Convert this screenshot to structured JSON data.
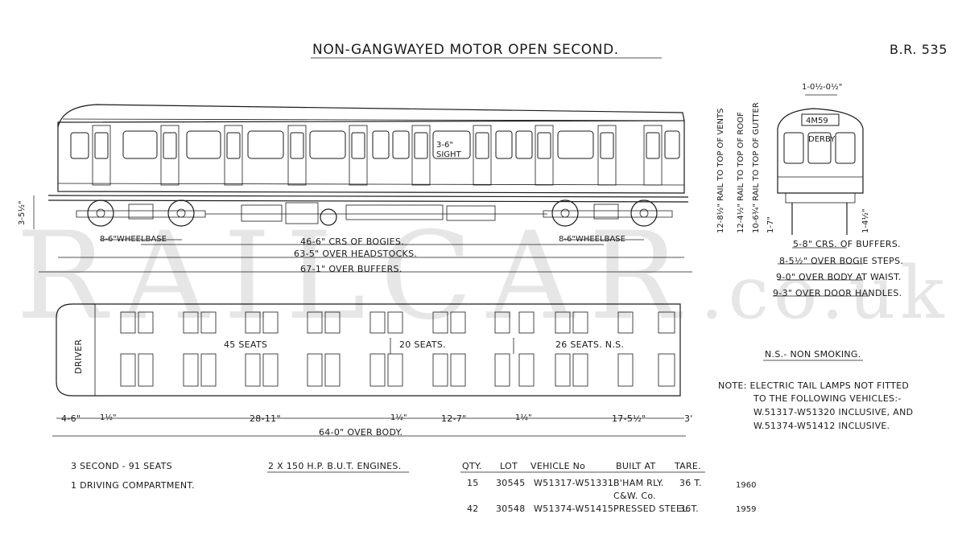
{
  "header": {
    "title": "NON-GANGWAYED MOTOR OPEN SECOND.",
    "reference": "B.R. 535"
  },
  "watermark": {
    "main": "RAILCAR",
    "suffix": ".co.uk"
  },
  "side_elevation": {
    "sight_label": "3-6\"",
    "sight_sub": "SIGHT",
    "height_left": "3-5½\"",
    "wheelbase_left": "8-6\"WHEELBASE",
    "wheelbase_right": "8-6\"WHEELBASE",
    "bogie_centres": "46-6\" CRS OF BOGIES.",
    "over_headstocks": "63-5\" OVER HEADSTOCKS.",
    "over_buffers": "67-1\" OVER BUFFERS."
  },
  "end_elevation": {
    "top_width": "1-0½-0½\"",
    "headcode": "4M59",
    "destination": "DERBY",
    "vert_vents": "12-8½\" RAIL TO TOP OF VENTS",
    "vert_roof": "12-4½\" RAIL TO TOP OF ROOF",
    "vert_gutter": "10-6¾\" RAIL TO TOP OF GUTTER",
    "vert_floor": "1-7\"",
    "step_height": "1-4½\"",
    "buffer_centres": "5-8\" CRS. OF BUFFERS.",
    "bogie_steps": "8-5½\" OVER BOGIE STEPS.",
    "over_body_waist": "9-0\" OVER BODY AT WAIST.",
    "over_door_handles": "9-3\" OVER DOOR HANDLES."
  },
  "plan": {
    "driver_label": "DRIVER",
    "saloon_1": "45 SEATS",
    "saloon_2": "20 SEATS.",
    "saloon_3": "26 SEATS. N.S.",
    "dim_cab": "4-6\"",
    "dim_a": "1½\"",
    "dim_saloon1": "28-11\"",
    "dim_b": "1½\"",
    "dim_saloon2": "12-7\"",
    "dim_c": "1½\"",
    "dim_saloon3": "17-5½\"",
    "dim_end": "3'",
    "over_body": "64-0\" OVER BODY."
  },
  "notes": {
    "ns": "N.S.- NON SMOKING.",
    "note_1": "NOTE: ELECTRIC TAIL LAMPS NOT FITTED",
    "note_2": "TO THE FOLLOWING VEHICLES:-",
    "note_3": "W.51317-W51320 INCLUSIVE, AND",
    "note_4": "W.51374-W51412 INCLUSIVE."
  },
  "summary": {
    "seats": "3 SECOND - 91 SEATS",
    "compartment": "1 DRIVING COMPARTMENT.",
    "engines": "2 X 150 H.P. B.U.T. ENGINES."
  },
  "lot_table": {
    "headers": [
      "QTY.",
      "LOT",
      "VEHICLE No",
      "BUILT AT",
      "TARE."
    ],
    "rows": [
      {
        "qty": "15",
        "lot": "30545",
        "vehicles": "W51317-W51331",
        "built_at": "B'HAM RLY.",
        "built_at_2": "C&W. Co.",
        "tare": "36 T.",
        "note": "1960"
      },
      {
        "qty": "42",
        "lot": "30548",
        "vehicles": "W51374-W51415",
        "built_at": "PRESSED STEEL.",
        "built_at_2": "",
        "tare": "36T.",
        "note": "1959"
      }
    ]
  }
}
